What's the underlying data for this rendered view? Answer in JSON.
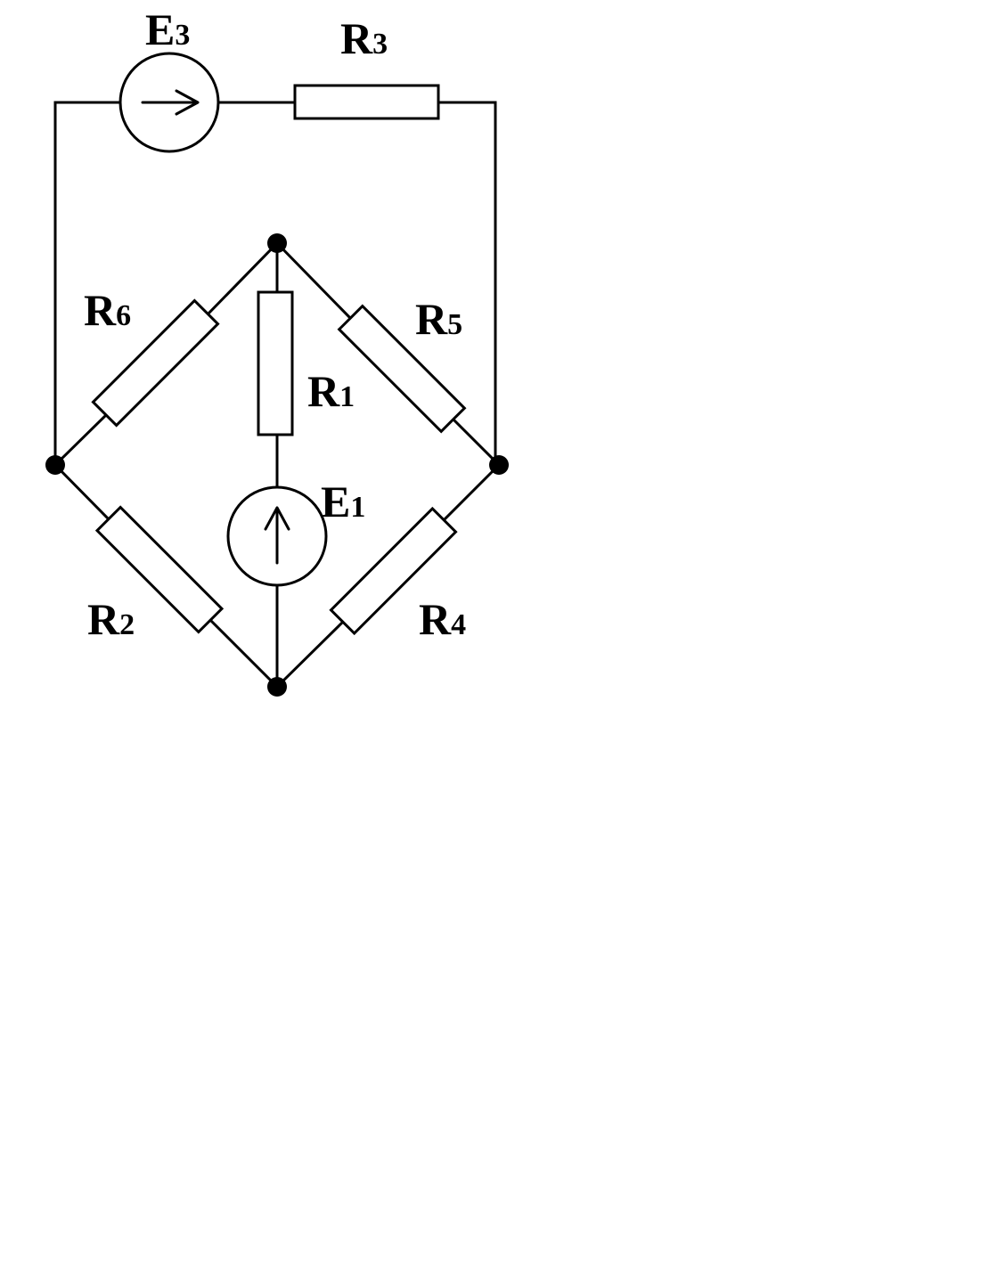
{
  "diagram": {
    "labels": {
      "E3": {
        "main": "E",
        "sub": "3"
      },
      "R3": {
        "main": "R",
        "sub": "3"
      },
      "R6": {
        "main": "R",
        "sub": "6"
      },
      "R5": {
        "main": "R",
        "sub": "5"
      },
      "R1": {
        "main": "R",
        "sub": "1"
      },
      "E1": {
        "main": "E",
        "sub": "1"
      },
      "R2": {
        "main": "R",
        "sub": "2"
      },
      "R4": {
        "main": "R",
        "sub": "4"
      }
    },
    "colors": {
      "line": "#000000",
      "background": "#ffffff"
    }
  }
}
